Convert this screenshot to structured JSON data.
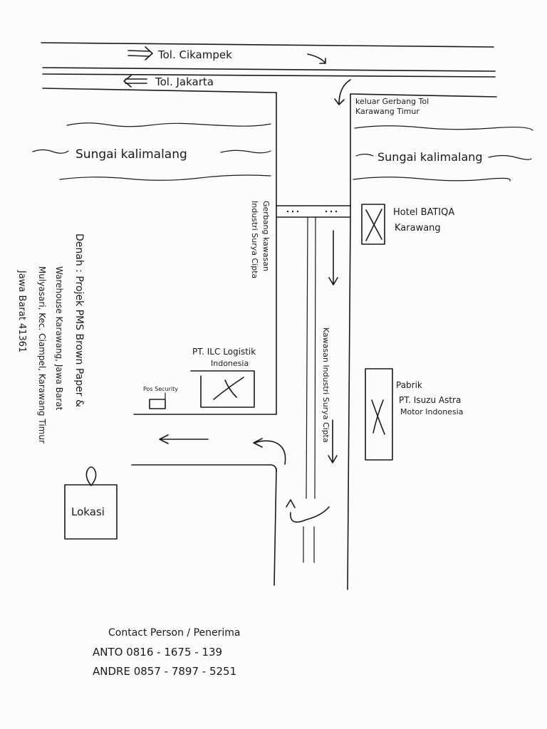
{
  "roads": {
    "toll_east_label": "Tol. Cikampek",
    "toll_west_label": "Tol. Jakarta",
    "exit_label_line1": "keluar Gerbang Tol",
    "exit_label_line2": "Karawang Timur"
  },
  "river": {
    "left_label": "Sungai kalimalang",
    "right_label": "Sungai kalimalang"
  },
  "gate": {
    "line1": "Gerbang kawasan",
    "line2": "Industri Surya Cipta"
  },
  "estate_road_label": "Kawasan Industri Surya Cipta",
  "hotel": {
    "line1": "Hotel BATIQA",
    "line2": "Karawang"
  },
  "ilc": {
    "line1": "PT. ILC Logistik",
    "line2": "Indonesia"
  },
  "security_post_label": "Pos Security",
  "factory": {
    "line1": "Pabrik",
    "line2": "PT. Isuzu Astra",
    "line3": "Motor Indonesia"
  },
  "location_label": "Lokasi",
  "denah": {
    "line1": "Denah : Projek PMS Brown Paper &",
    "line2": "Warehouse Karawang, Jawa Barat",
    "line3": "Mulyasari, Kec. Ciampel, Karawang Timur",
    "line4": "Jawa Barat   41361"
  },
  "contact": {
    "title": "Contact Person / Penerima",
    "person1": "ANTO  0816 - 1675 - 139",
    "person2": "ANDRE  0857 - 7897 - 5251"
  }
}
